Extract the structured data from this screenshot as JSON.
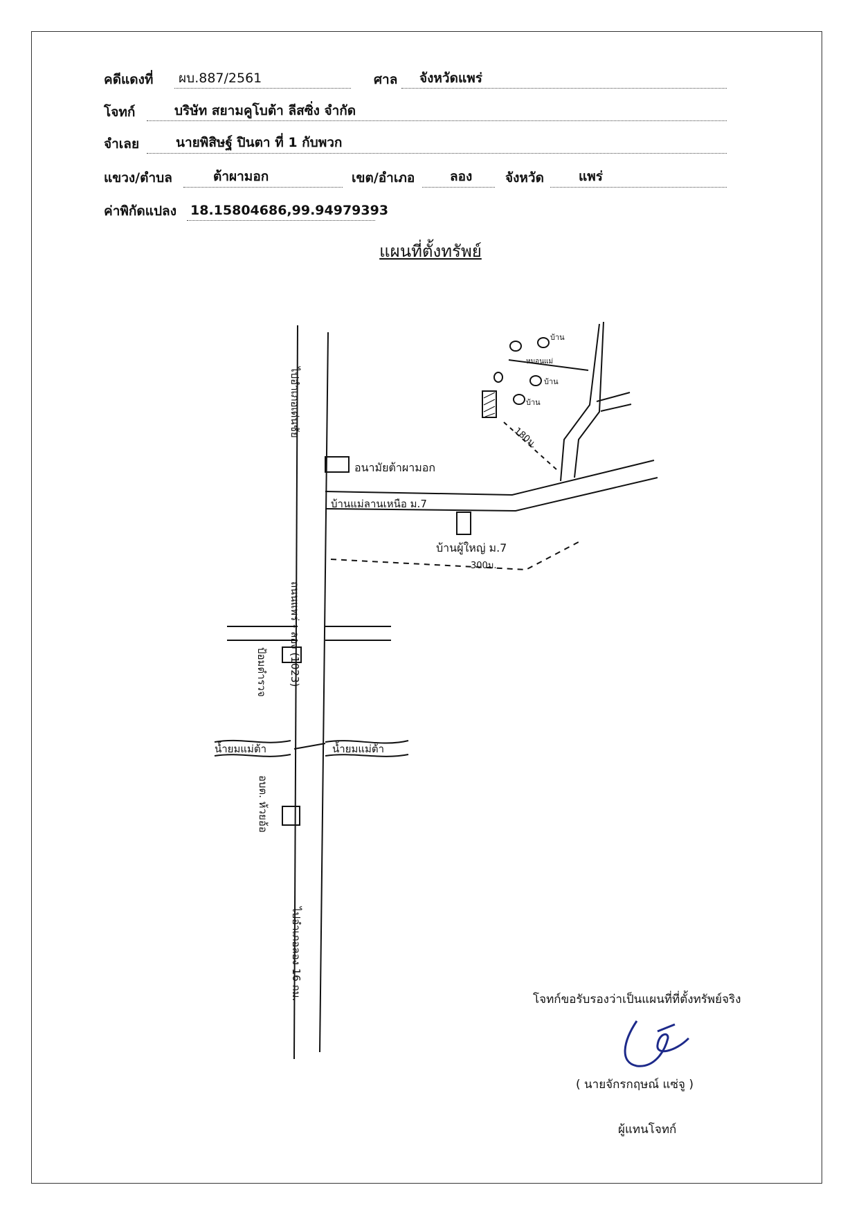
{
  "header": {
    "case_no_label": "คดีแดงที่",
    "case_no": "ผบ.887/2561",
    "court_label": "ศาล",
    "court": "จังหวัดแพร่",
    "plaintiff_label": "โจทก์",
    "plaintiff": "บริษัท สยามคูโบต้า ลีสซิ่ง จำกัด",
    "defendant_label": "จำเลย",
    "defendant": "นายพิสิษฐ์ ปินตา ที่ 1 กับพวก",
    "subdistrict_label": "แขวง/ตำบล",
    "subdistrict": "ต้าผามอก",
    "district_label": "เขต/อำเภอ",
    "district": "ลอง",
    "province_label": "จังหวัด",
    "province": "แพร่",
    "coord_label": "ค่าพิกัดแปลง",
    "coord": "18.15804686,99.94979393"
  },
  "map": {
    "title": "แผนที่ตั้งทรัพย์",
    "labels": {
      "to_den_chai": "ไปอำเภอเด่นชัย",
      "health_center": "อนามัยต้าผามอก",
      "village_mae_lan": "บ้านแม่ลานเหนือ ม.7",
      "headman_house": "บ้านผู้ใหญ่ ม.7",
      "dist_300": "300ม.",
      "dist_180": "180ม.",
      "house_1": "บ้าน",
      "house_2": "บ้าน",
      "house_3": "บ้าน",
      "fence": "หมอนแม่",
      "highway": "ถนนแพร่ - ลอง (1023)",
      "police_box": "ป้อมตำรวจ",
      "river_left": "น้ำยมแม่ต้า",
      "river_right": "น้ำยมแม่ต้า",
      "school": "อบต. ห้วยอ้อ",
      "to_long": "ไปอำเภอลอง 16 กม."
    }
  },
  "signature": {
    "certify": "โจทก์ขอรับรองว่าเป็นแผนที่ที่ตั้งทรัพย์จริง",
    "name": "( นายจักรกฤษณ์ แซ่จู )",
    "role": "ผู้แทนโจทก์"
  },
  "colors": {
    "ink": "#111111",
    "frame": "#333333"
  }
}
